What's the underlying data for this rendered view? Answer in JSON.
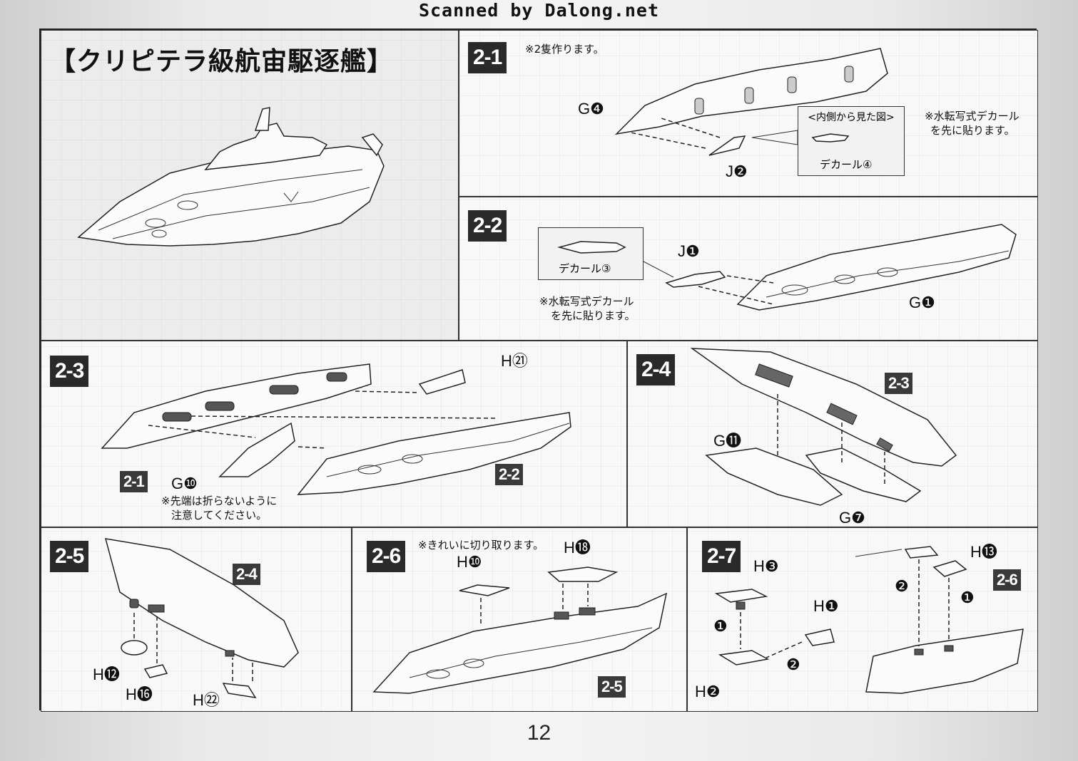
{
  "header": {
    "scan_credit": "Scanned by Dalong.net"
  },
  "title": "【クリピテラ級航宙駆逐艦】",
  "steps": {
    "s2_1": {
      "label": "2-1",
      "note": "※2隻作ります。",
      "decal_note": [
        "※水転写式デカール",
        "を先に貼ります。"
      ],
      "parts": [
        "G❹",
        "J❷"
      ],
      "callout": {
        "title": "<内側から見た図>",
        "decal": "デカール④"
      }
    },
    "s2_2": {
      "label": "2-2",
      "decal_note": [
        "※水転写式デカール",
        "を先に貼ります。"
      ],
      "parts": [
        "J❶",
        "G❶"
      ],
      "callout": {
        "decal": "デカール③"
      }
    },
    "s2_3": {
      "label": "2-3",
      "note": [
        "※先端は折らないように",
        "注意してください。"
      ],
      "parts": [
        "H㉑",
        "G❿"
      ],
      "refs": [
        "2-1",
        "2-2"
      ]
    },
    "s2_4": {
      "label": "2-4",
      "parts": [
        "G⓫",
        "G❼"
      ],
      "refs": [
        "2-3"
      ]
    },
    "s2_5": {
      "label": "2-5",
      "parts": [
        "H⓬",
        "H⓰",
        "H㉒"
      ],
      "refs": [
        "2-4"
      ]
    },
    "s2_6": {
      "label": "2-6",
      "note": "※きれいに切り取ります。",
      "parts": [
        "H❿",
        "H⓲"
      ],
      "refs": [
        "2-5"
      ]
    },
    "s2_7": {
      "label": "2-7",
      "parts": [
        "H❸",
        "H❶",
        "H❷",
        "H⓭"
      ],
      "order": [
        "❶",
        "❷",
        "❷",
        "❶"
      ],
      "refs": [
        "2-6"
      ]
    }
  },
  "footer": {
    "page_number": "12"
  },
  "colors": {
    "ink": "#111111",
    "badge": "#2a2a2a",
    "panel": "#f8f8f8"
  },
  "icons": [
    "hull-part-drawing",
    "dashed-assembly-arrow"
  ]
}
